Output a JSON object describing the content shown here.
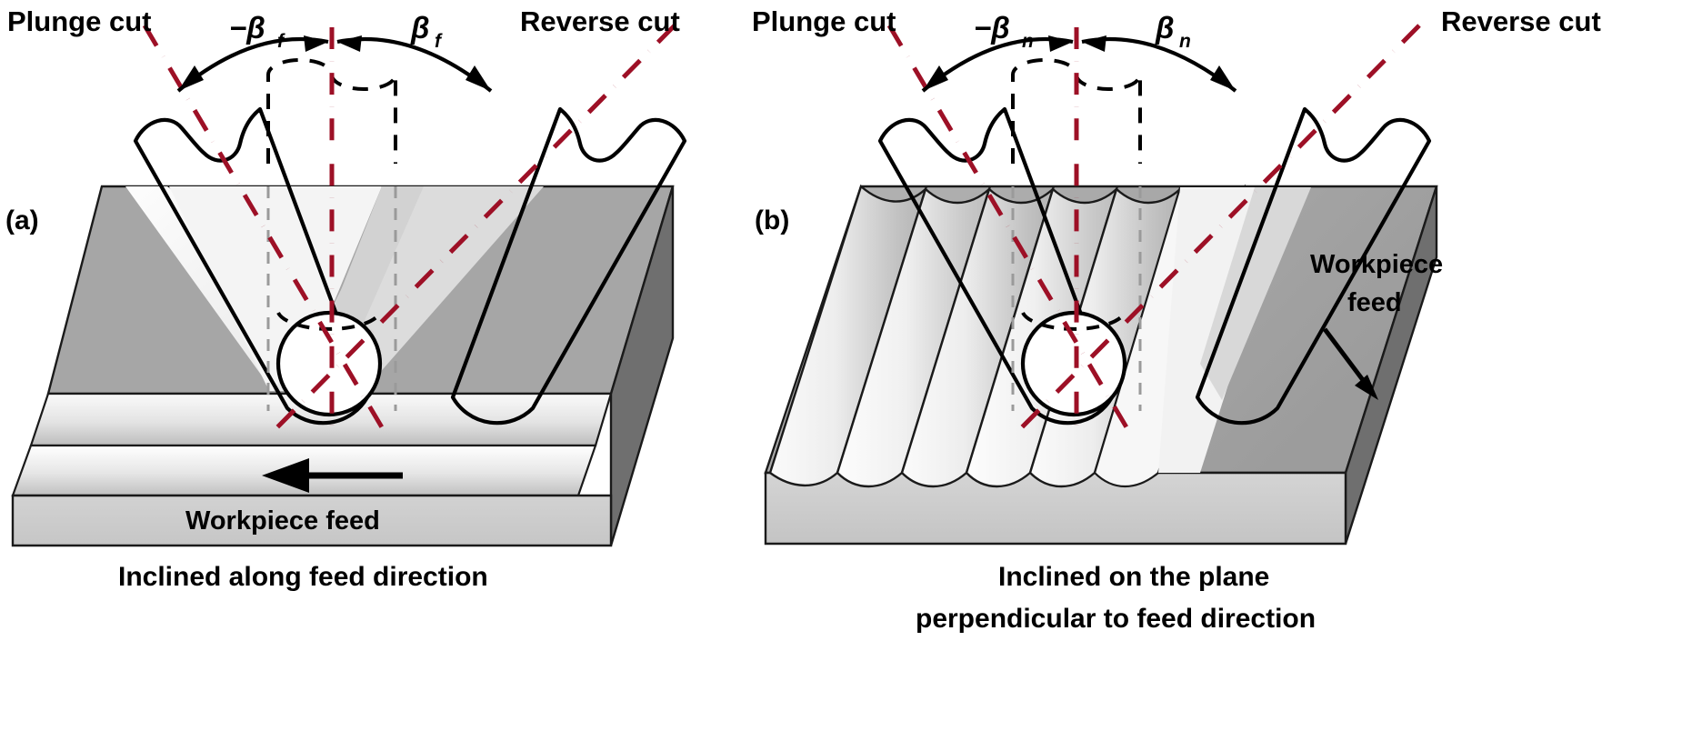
{
  "figure": {
    "domain": "diagram",
    "description": "Two-panel schematic of a ball-nose tool inclined for plunge cut and reverse cut on a workpiece",
    "background": "#ffffff"
  },
  "colors": {
    "axis_red": "#9d1026",
    "outline_black": "#000000",
    "top_face_dark": "#a6a6a6",
    "top_face_darker": "#8f8f8f",
    "front_face": "#c9c9c9",
    "groove_light": "#f2f2f2",
    "groove_mid": "#d6d6d6",
    "side_face": "#6f6f6f"
  },
  "panels": [
    {
      "id": "panel-a",
      "panel_id": "(a)",
      "labels": {
        "plunge_cut": "Plunge cut",
        "reverse_cut": "Reverse cut",
        "angle_negative": "−β",
        "angle_negative_sub": "f",
        "angle_positive": "β",
        "angle_positive_sub": "f",
        "feed": "Workpiece feed"
      },
      "caption": "Inclined along feed direction",
      "feed_arrow_direction": "left"
    },
    {
      "id": "panel-b",
      "panel_id": "(b)",
      "labels": {
        "plunge_cut": "Plunge cut",
        "reverse_cut": "Reverse cut",
        "angle_negative": "−β",
        "angle_negative_sub": "n",
        "angle_positive": "β",
        "angle_positive_sub": "n",
        "feed_line1": "Workpiece",
        "feed_line2": "feed"
      },
      "caption_line1": "Inclined on the plane",
      "caption_line2": "perpendicular to feed direction",
      "feed_arrow_direction": "down-right"
    }
  ]
}
